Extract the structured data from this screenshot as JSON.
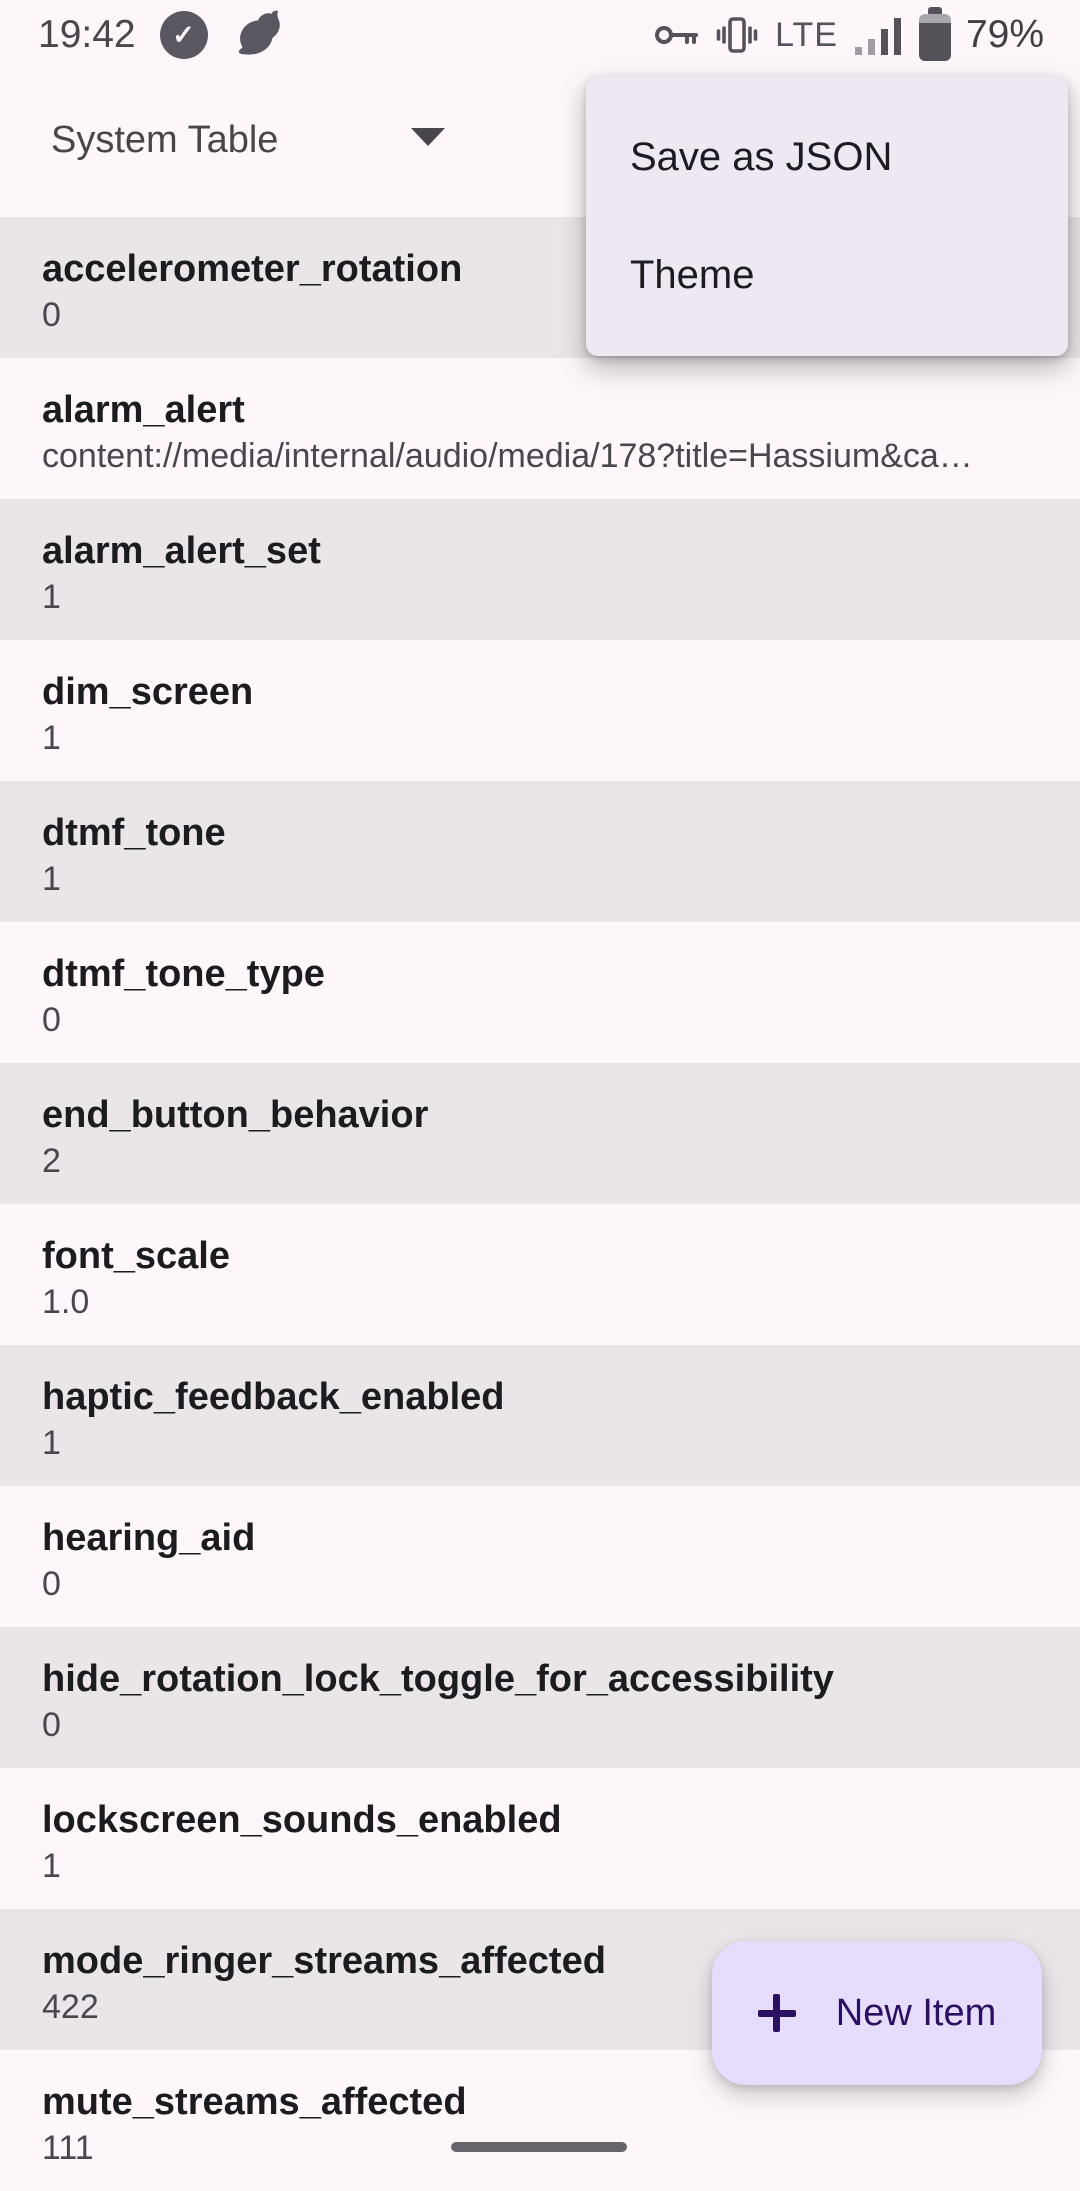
{
  "status_bar": {
    "time": "19:42",
    "notification_icons": [
      "check-circle",
      "bird"
    ],
    "system_icons": [
      "key",
      "vibrate",
      "signal"
    ],
    "network_label": "LTE",
    "battery_percent": "79%"
  },
  "header": {
    "table_selector_label": "System Table"
  },
  "menu": {
    "items": [
      "Save as JSON",
      "Theme"
    ]
  },
  "rows": [
    {
      "key": "accelerometer_rotation",
      "value": "0"
    },
    {
      "key": "alarm_alert",
      "value": "content://media/internal/audio/media/178?title=Hassium&ca…"
    },
    {
      "key": "alarm_alert_set",
      "value": "1"
    },
    {
      "key": "dim_screen",
      "value": "1"
    },
    {
      "key": "dtmf_tone",
      "value": "1"
    },
    {
      "key": "dtmf_tone_type",
      "value": "0"
    },
    {
      "key": "end_button_behavior",
      "value": "2"
    },
    {
      "key": "font_scale",
      "value": "1.0"
    },
    {
      "key": "haptic_feedback_enabled",
      "value": "1"
    },
    {
      "key": "hearing_aid",
      "value": "0"
    },
    {
      "key": "hide_rotation_lock_toggle_for_accessibility",
      "value": "0"
    },
    {
      "key": "lockscreen_sounds_enabled",
      "value": "1"
    },
    {
      "key": "mode_ringer_streams_affected",
      "value": "422"
    },
    {
      "key": "mute_streams_affected",
      "value": "111"
    }
  ],
  "fab": {
    "label": "New Item"
  },
  "colors": {
    "background": "#FDF7FC",
    "row_alt": "#E9E5E9",
    "menu_background": "#EDE8F2",
    "fab_background": "#E6DCFB",
    "fab_foreground": "#2A1060",
    "title_text": "#1C1B1F",
    "value_text": "#49464D",
    "status_foreground": "#55525A"
  }
}
